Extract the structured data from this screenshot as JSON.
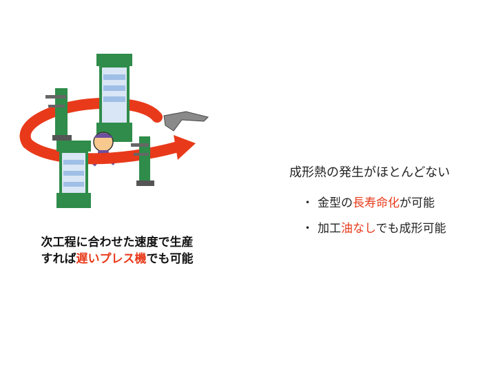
{
  "illustration": {
    "accent_color": "#e83a1a",
    "machine_color": "#2f8c4a",
    "icons": [
      "press-machine-icon",
      "spot-welder-icon",
      "worker-mascot-icon",
      "metal-part-icon",
      "circular-arrow-icon"
    ]
  },
  "caption": {
    "line1": "次工程に合わせた速度で生産",
    "line2_pre": "すれば",
    "line2_accent": "遅いプレス機",
    "line2_post": "でも可能"
  },
  "right": {
    "heading": "成形熱の発生がほとんどない",
    "bullet_char": "・",
    "bullet1": {
      "pre": "金型の",
      "accent": "長寿命化",
      "post": "が可能"
    },
    "bullet2": {
      "pre": "加工",
      "accent": "油なし",
      "post": "でも成形可能"
    }
  }
}
